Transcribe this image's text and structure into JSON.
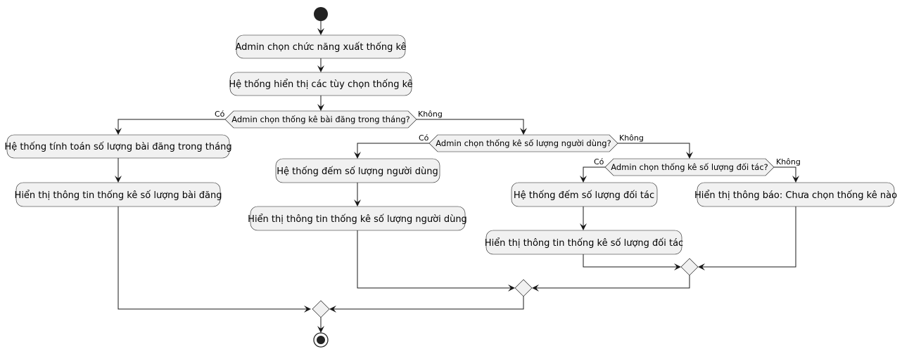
{
  "diagram": {
    "actions": {
      "a1": "Admin chọn chức năng xuất thống kê",
      "a2": "Hệ thống hiển thị các tùy chọn thống kê",
      "a3": "Hệ thống tính toán số lượng bài đăng trong tháng",
      "a4": "Hiển thị thông tin thống kê số lượng bài đăng",
      "a5": "Hệ thống đếm số lượng người dùng",
      "a6": "Hiển thị thông tin thống kê số lượng người dùng",
      "a7": "Hệ thống đếm số lượng đối tác",
      "a8": "Hiển thị thông tin thống kê số lượng đối tác",
      "a9": "Hiển thị thông báo: Chưa chọn thống kê nào"
    },
    "decisions": {
      "d1": "Admin chọn thống kê bài đăng trong tháng?",
      "d2": "Admin chọn thống kê số lượng người dùng?",
      "d3": "Admin chọn thống kê số lượng đối tác?"
    },
    "branches": {
      "yes": "Có",
      "no": "Không"
    }
  }
}
